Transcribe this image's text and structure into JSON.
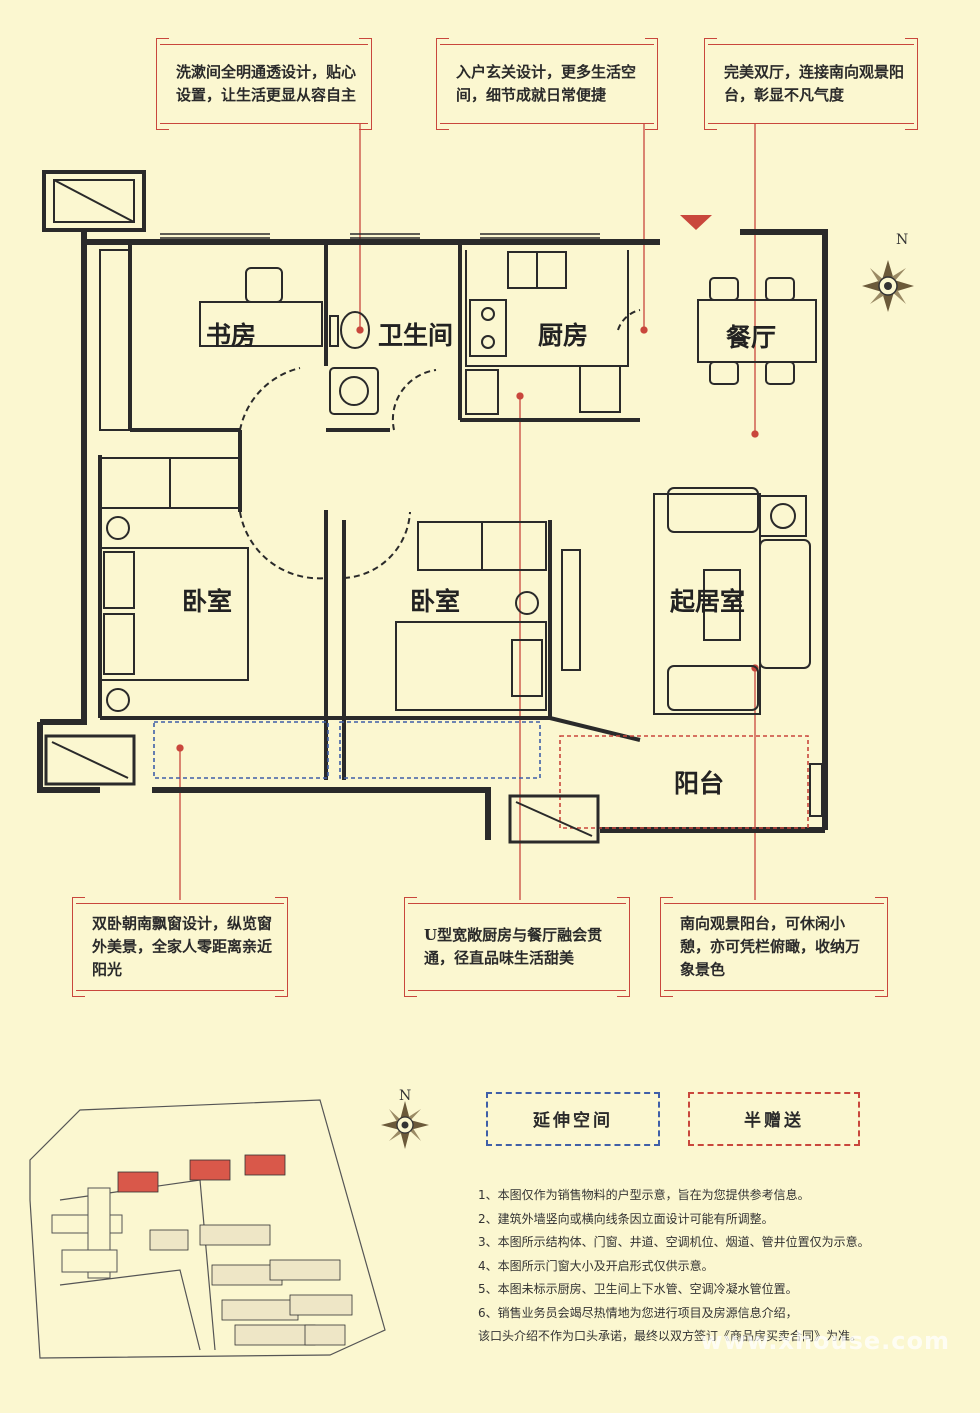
{
  "callouts": {
    "bathroom": "洗漱间全明通透设计，贴心设置，让生活更显从容自主",
    "entrance": "入户玄关设计，更多生活空间，细节成就日常便捷",
    "living_balcony": "完美双厅，连接南向观景阳台，彰显不凡气度",
    "bay_window": "双卧朝南飘窗设计，纵览窗外美景，全家人零距离亲近阳光",
    "kitchen": "U型宽敞厨房与餐厅融会贯通，径直品味生活甜美",
    "balcony": "南向观景阳台，可休闲小憩，亦可凭栏俯瞰，收纳万象景色"
  },
  "rooms": {
    "study": "书房",
    "bathroom": "卫生间",
    "kitchen": "厨房",
    "dining": "餐厅",
    "bedroom_left": "卧室",
    "bedroom_mid": "卧室",
    "living": "起居室",
    "balcony": "阳台"
  },
  "compass": {
    "north": "N"
  },
  "legend": {
    "extension": "延伸空间",
    "half_gift": "半赠送",
    "extension_color": "#3f5fa8",
    "half_gift_color": "#c9473c"
  },
  "notes": [
    "1、本图仅作为销售物料的户型示意，旨在为您提供参考信息。",
    "2、建筑外墙竖向或横向线条因立面设计可能有所调整。",
    "3、本图所示结构体、门窗、井道、空调机位、烟道、管井位置仅为示意。",
    "4、本图所示门窗大小及开启形式仅供示意。",
    "5、本图未标示厨房、卫生间上下水管、空调冷凝水管位置。",
    "6、销售业务员会竭尽热情地为您进行项目及房源信息介绍，",
    "   该口头介绍不作为口头承诺，最终以双方签订《商品房买卖合同》为准。"
  ],
  "watermark": "www.xhouse.com",
  "colors": {
    "background": "#fbf7d0",
    "accent": "#c9473c",
    "wall": "#2a2a2a"
  }
}
